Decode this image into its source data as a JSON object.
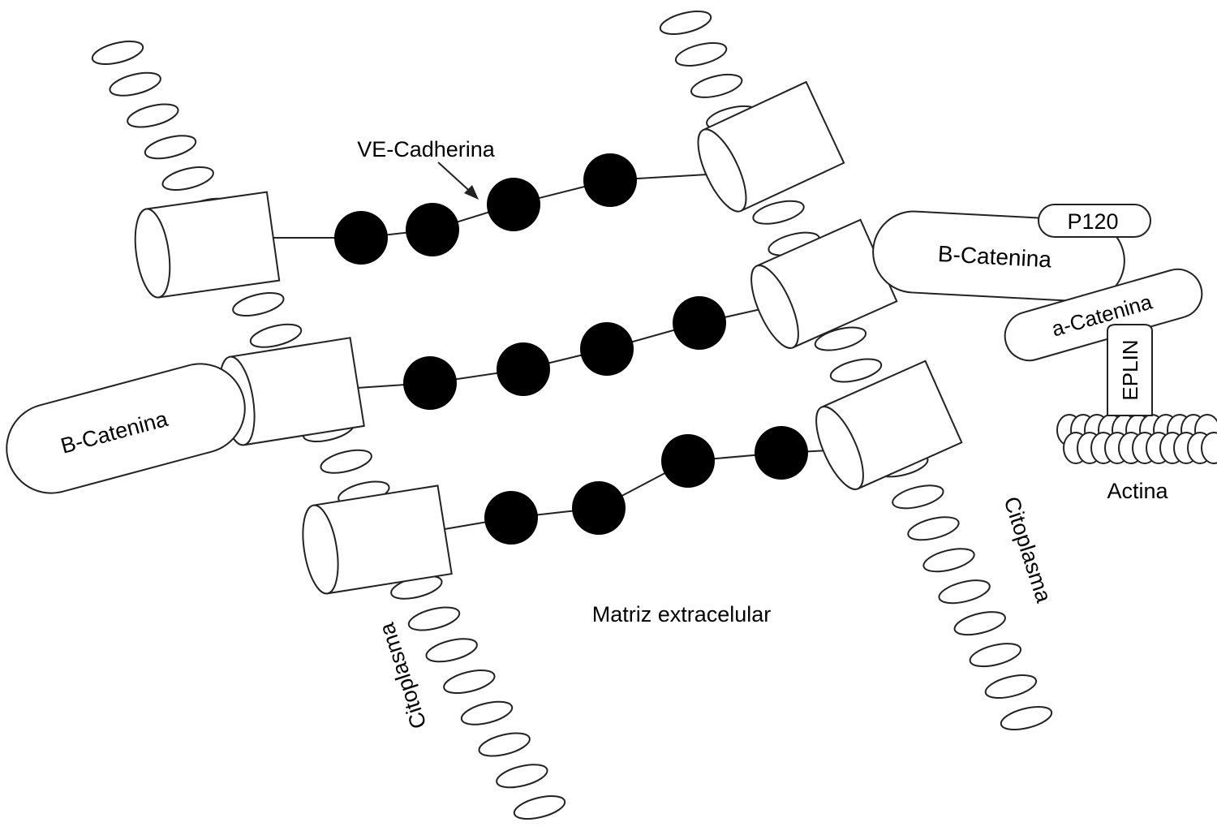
{
  "labels": {
    "ve_cadherina": "VE-Cadherina",
    "b_catenina_left": "B-Catenina",
    "b_catenina_right": "B-Catenina",
    "p120": "P120",
    "a_catenina": "a-Catenina",
    "eplin": "EPLIN",
    "actina": "Actina",
    "matriz": "Matriz extracelular",
    "citoplasma_left": "Citoplasma",
    "citoplasma_right": "Citoplasma"
  },
  "colors": {
    "stroke": "#222222",
    "cadherin_domain": "#000000",
    "background": "#ffffff"
  }
}
